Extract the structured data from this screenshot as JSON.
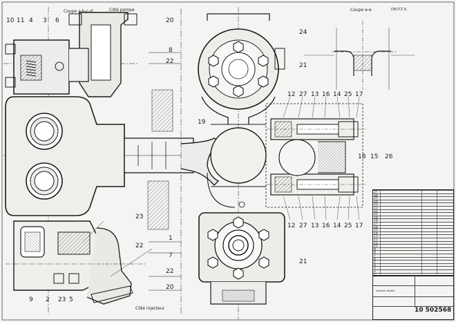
{
  "section_titles": {
    "coupe_abcd": "Coupe a-b-c-d",
    "cote_pompe": "Côté pompe",
    "coupe_ee": "Coupe e-e",
    "cote_injecteur": "Côté injecteur"
  },
  "callouts": [
    {
      "id": "c10a",
      "text": "10"
    },
    {
      "id": "c11",
      "text": "11"
    },
    {
      "id": "c4",
      "text": "4"
    },
    {
      "id": "c3",
      "text": "3"
    },
    {
      "id": "c6",
      "text": "6"
    },
    {
      "id": "c20a",
      "text": "20"
    },
    {
      "id": "c8",
      "text": "8"
    },
    {
      "id": "c22a",
      "text": "22"
    },
    {
      "id": "c24",
      "text": "24"
    },
    {
      "id": "c21a",
      "text": "21"
    },
    {
      "id": "c12a",
      "text": "12"
    },
    {
      "id": "c27a",
      "text": "27"
    },
    {
      "id": "c13a",
      "text": "13"
    },
    {
      "id": "c16a",
      "text": "16"
    },
    {
      "id": "c14a",
      "text": "14"
    },
    {
      "id": "c25a",
      "text": "25"
    },
    {
      "id": "c17a",
      "text": "17"
    },
    {
      "id": "c19",
      "text": "19"
    },
    {
      "id": "c18",
      "text": "18"
    },
    {
      "id": "c15",
      "text": "15"
    },
    {
      "id": "c26",
      "text": "26"
    },
    {
      "id": "c23a",
      "text": "23"
    },
    {
      "id": "c12b",
      "text": "12"
    },
    {
      "id": "c27b",
      "text": "27"
    },
    {
      "id": "c13b",
      "text": "13"
    },
    {
      "id": "c16b",
      "text": "16"
    },
    {
      "id": "c14b",
      "text": "14"
    },
    {
      "id": "c25b",
      "text": "25"
    },
    {
      "id": "c17b",
      "text": "17"
    },
    {
      "id": "c1",
      "text": "1"
    },
    {
      "id": "c22b",
      "text": "22"
    },
    {
      "id": "c7",
      "text": "7"
    },
    {
      "id": "c22c",
      "text": "22"
    },
    {
      "id": "c20b",
      "text": "20"
    },
    {
      "id": "c21b",
      "text": "21"
    },
    {
      "id": "c9",
      "text": "9"
    },
    {
      "id": "c2",
      "text": "2"
    },
    {
      "id": "c23b",
      "text": "23"
    },
    {
      "id": "c5",
      "text": "5"
    }
  ],
  "parts_list": {
    "numbers": [
      "27",
      "26",
      "25",
      "24",
      "23",
      "22",
      "21",
      "20",
      "19",
      "18",
      "17",
      "16",
      "15",
      "14",
      "13",
      "12",
      "11",
      "10",
      "9",
      "8",
      "7",
      "6",
      "5",
      "4",
      "3",
      "2",
      "1"
    ]
  },
  "title_block": {
    "header": "DEUTZ R.",
    "drawing_number": "10  502568",
    "subtitle": "Injection double"
  }
}
